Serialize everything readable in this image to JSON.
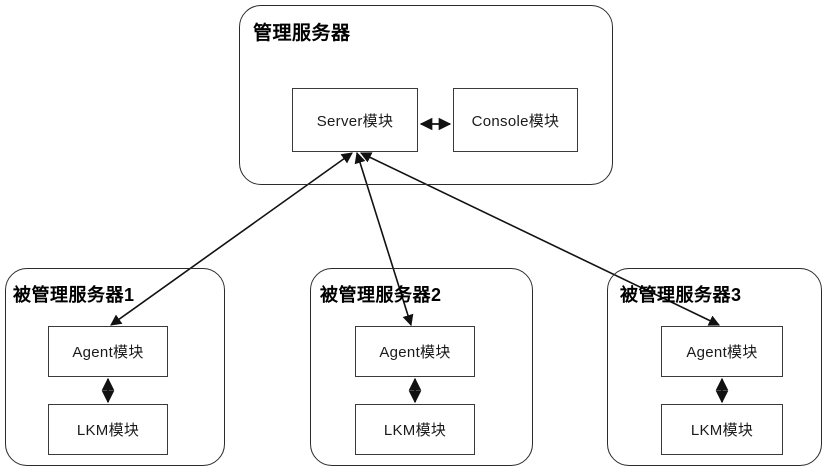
{
  "diagram": {
    "type": "architecture-block-diagram",
    "background_color": "#ffffff",
    "line_color": "#2b2b2b",
    "box_border_color": "#3a3a3a",
    "text_color": "#000000",
    "management_server": {
      "title": "管理服务器",
      "modules": [
        {
          "label": "Server模块"
        },
        {
          "label": "Console模块"
        }
      ],
      "internal_link": {
        "from": "Server模块",
        "to": "Console模块",
        "direction": "bidirectional"
      }
    },
    "managed_servers": [
      {
        "title": "被管理服务器1",
        "modules": [
          {
            "label": "Agent模块"
          },
          {
            "label": "LKM模块"
          }
        ],
        "internal_link": {
          "from": "Agent模块",
          "to": "LKM模块",
          "direction": "bidirectional"
        }
      },
      {
        "title": "被管理服务器2",
        "modules": [
          {
            "label": "Agent模块"
          },
          {
            "label": "LKM模块"
          }
        ],
        "internal_link": {
          "from": "Agent模块",
          "to": "LKM模块",
          "direction": "bidirectional"
        }
      },
      {
        "title": "被管理服务器3",
        "modules": [
          {
            "label": "Agent模块"
          },
          {
            "label": "LKM模块"
          }
        ],
        "internal_link": {
          "from": "Agent模块",
          "to": "LKM模块",
          "direction": "bidirectional"
        }
      }
    ],
    "cross_links": [
      {
        "from": "Server模块",
        "to": "被管理服务器1 / Agent模块",
        "direction": "bidirectional"
      },
      {
        "from": "Server模块",
        "to": "被管理服务器2 / Agent模块",
        "direction": "bidirectional"
      },
      {
        "from": "Server模块",
        "to": "被管理服务器3 / Agent模块",
        "direction": "bidirectional"
      }
    ]
  }
}
